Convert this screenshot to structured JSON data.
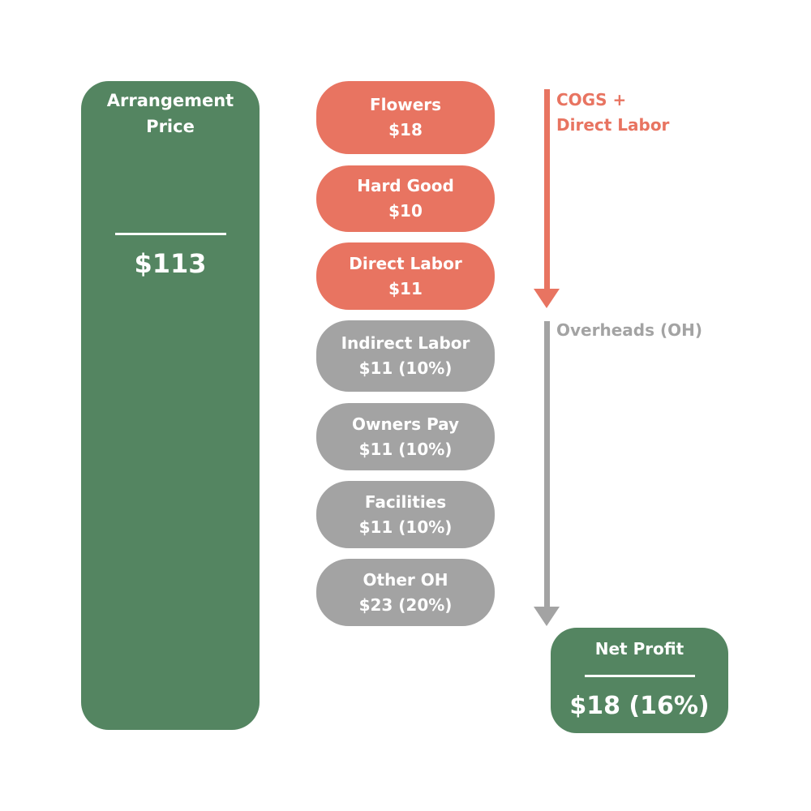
{
  "arrangement": {
    "label_line1": "Arrangement",
    "label_line2": "Price",
    "value": "$113",
    "color": "#548561"
  },
  "cost_items": [
    {
      "name": "Flowers",
      "value": "$18"
    },
    {
      "name": "Hard Good",
      "value": "$10"
    },
    {
      "name": "Direct Labor",
      "value": "$11"
    },
    {
      "name": "Indirect Labor",
      "value": "$11 (10%)"
    },
    {
      "name": "Owners Pay",
      "value": "$11 (10%)"
    },
    {
      "name": "Facilities",
      "value": "$11 (10%)"
    },
    {
      "name": "Other OH",
      "value": "$23 (20%)"
    }
  ],
  "groups": {
    "cogs": {
      "line1": "COGS +",
      "line2": "Direct Labor",
      "color": "#e87461"
    },
    "overheads": {
      "label": "Overheads (OH)",
      "color": "#a3a3a3"
    }
  },
  "net_profit": {
    "label": "Net Profit",
    "value": "$18 (16%)",
    "color": "#548561"
  }
}
